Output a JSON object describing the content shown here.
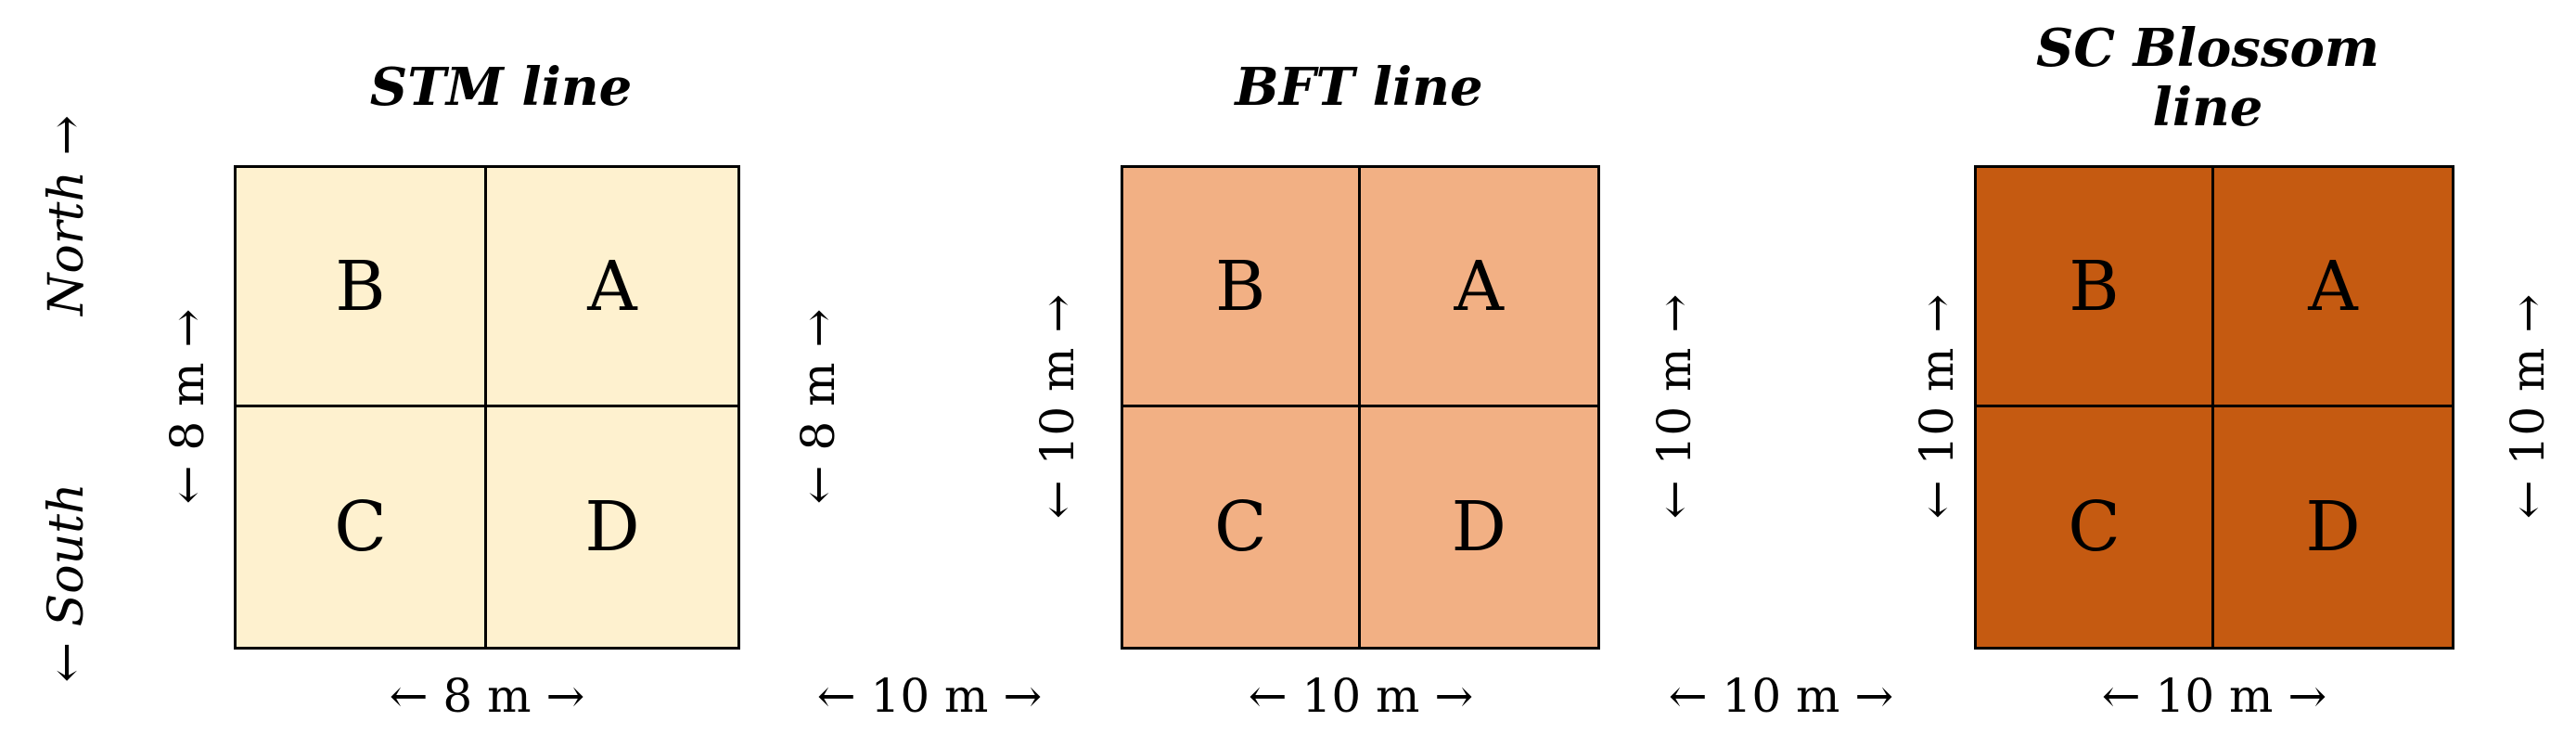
{
  "compass": {
    "north": {
      "arrow": "→",
      "label": "North"
    },
    "south": {
      "arrow": "←",
      "label": "South"
    }
  },
  "plots": [
    {
      "title": "STM line",
      "fill": "#FEF1CF",
      "cells": {
        "top_left": "B",
        "top_right": "A",
        "bottom_left": "C",
        "bottom_right": "D"
      },
      "left_dim": "← 8 m →",
      "right_dim": "← 8 m →",
      "bottom_dim": "← 8 m →"
    },
    {
      "title": "BFT line",
      "fill": "#F2B084",
      "cells": {
        "top_left": "B",
        "top_right": "A",
        "bottom_left": "C",
        "bottom_right": "D"
      },
      "left_dim": "← 10 m →",
      "right_dim": "← 10 m →",
      "bottom_dim": "← 10 m →"
    },
    {
      "title_line1": "SC Blossom",
      "title_line2": "line",
      "fill": "#C55A11",
      "cells": {
        "top_left": "B",
        "top_right": "A",
        "bottom_left": "C",
        "bottom_right": "D"
      },
      "left_dim": "← 10 m →",
      "right_dim": "← 10 m →",
      "bottom_dim": "← 10 m →"
    }
  ],
  "gaps": [
    "← 10 m →",
    "← 10 m →"
  ]
}
